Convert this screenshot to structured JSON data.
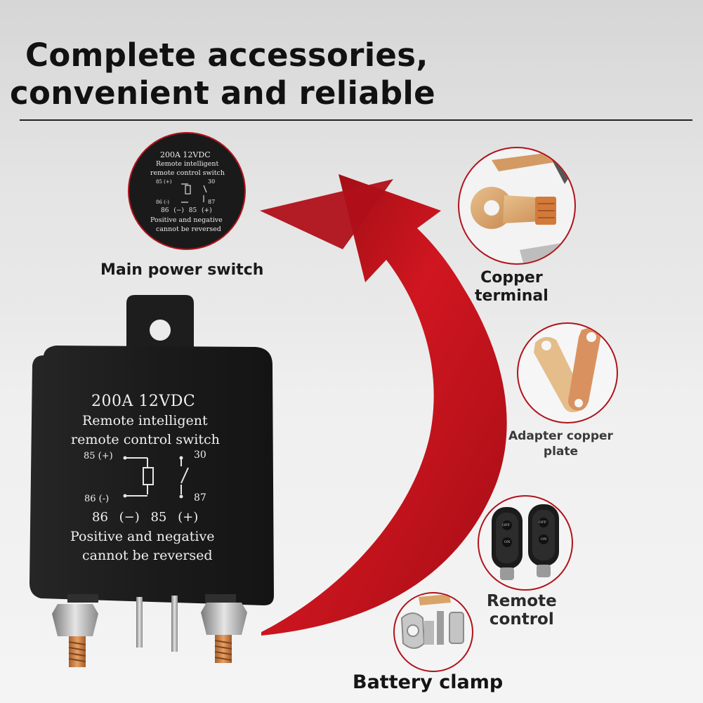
{
  "headline": {
    "line1": "Complete accessories,",
    "line2": "convenient and reliable"
  },
  "relay": {
    "rating": "200A 12VDC",
    "line2": "Remote intelligent",
    "line3": "remote control switch",
    "pin_85_plus": "85 (+)",
    "pin_30": "30",
    "pin_86_minus": "86 (-)",
    "pin_87": "87",
    "pins_bottom": "86 (−) 85 (+)",
    "line_pos": "Positive and negative",
    "line_rev": "cannot be reversed"
  },
  "mini_relay": {
    "rating": "200A 12VDC",
    "line2": "Remote intelligent",
    "line3": "remote control switch",
    "pin_85_plus": "85 (+)",
    "pin_30": "30",
    "pin_86_minus": "86 (-)",
    "pin_87": "87",
    "pins_bottom": "86 (−) 85 (+)",
    "line_pos": "Positive and negative",
    "line_rev": "cannot be reversed"
  },
  "labels": {
    "main_power_switch": "Main power switch",
    "copper_terminal_1": "Copper",
    "copper_terminal_2": "terminal",
    "adapter_plate_1": "Adapter copper",
    "adapter_plate_2": "plate",
    "remote_control_1": "Remote",
    "remote_control_2": "control",
    "battery_clamp": "Battery clamp"
  },
  "remote": {
    "off_label": "OFF",
    "on_label": "ON"
  },
  "colors": {
    "arrow_red": "#c4121c",
    "circle_border": "#b0131b",
    "relay_body": "#1c1c1c",
    "copper": "#c9804f",
    "brass": "#d8a467"
  }
}
